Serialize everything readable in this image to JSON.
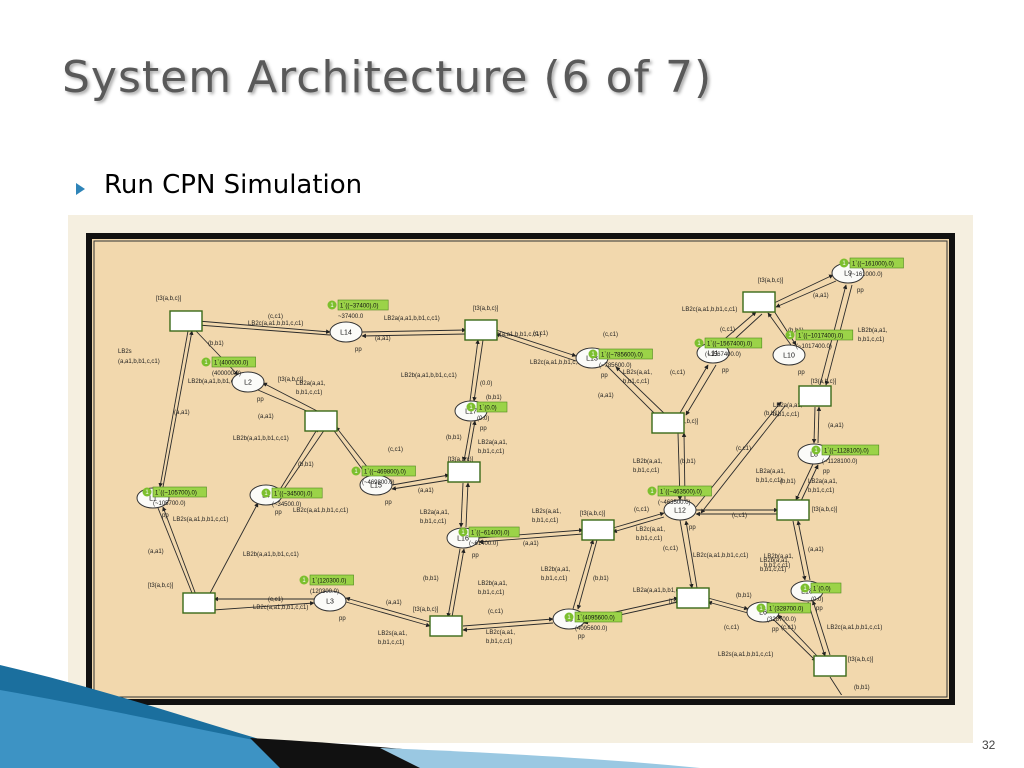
{
  "slide": {
    "title": "System Architecture (6 of 7)",
    "bullet": "Run CPN Simulation",
    "page_number": "32"
  },
  "colors": {
    "title_gray": "#595959",
    "bullet_blue": "#2e84b8",
    "canvas_beige": "#f2d8ad",
    "token_green": "#9bd348",
    "frame_black": "#111111"
  },
  "net": {
    "places": [
      {
        "id": "L14",
        "label": "L14",
        "pp": "pp"
      },
      {
        "id": "L2",
        "label": "L2",
        "pp": "pp"
      },
      {
        "id": "L1",
        "label": "L1",
        "pp": "pp"
      },
      {
        "id": "L4",
        "label": "L4",
        "pp": "pp"
      },
      {
        "id": "L3",
        "label": "L3",
        "pp": "pp"
      },
      {
        "id": "L15",
        "label": "L15",
        "pp": "pp"
      },
      {
        "id": "L17",
        "label": "L17",
        "pp": "pp"
      },
      {
        "id": "L16",
        "label": "L16",
        "pp": "pp"
      },
      {
        "id": "L13",
        "label": "L13",
        "pp": "pp"
      },
      {
        "id": "L12",
        "label": "L12",
        "pp": "pp"
      },
      {
        "id": "L5",
        "label": "L5",
        "pp": "pp"
      },
      {
        "id": "L11",
        "label": "L11",
        "pp": "pp"
      },
      {
        "id": "L10",
        "label": "L10",
        "pp": "pp"
      },
      {
        "id": "L9",
        "label": "L9",
        "pp": "pp"
      },
      {
        "id": "L8",
        "label": "L8",
        "pp": "pp"
      },
      {
        "id": "L18",
        "label": "L18",
        "pp": "pp"
      },
      {
        "id": "L6",
        "label": "L6",
        "pp": "pp"
      }
    ],
    "tokens": [
      {
        "place": "L14",
        "count": "1",
        "marking": "1`((~37400).0)",
        "init": "~37400.0"
      },
      {
        "place": "L2",
        "count": "1",
        "marking": "1`(400000.0)",
        "init": "(400000.0)"
      },
      {
        "place": "L1",
        "count": "1",
        "marking": "1`((~105700).0)",
        "init": "(~105700.0)"
      },
      {
        "place": "L4",
        "count": "1",
        "marking": "1`((~34500).0)",
        "init": "(~34500.0)"
      },
      {
        "place": "L3",
        "count": "1",
        "marking": "1`(120300.0)",
        "init": "(120300.0)"
      },
      {
        "place": "L15",
        "count": "1",
        "marking": "1`((~469800).0)",
        "init": "(~469800.0)"
      },
      {
        "place": "L17",
        "count": "1",
        "marking": "1`(0.0)",
        "init": "(0.0)"
      },
      {
        "place": "L16",
        "count": "1",
        "marking": "1`((~61400).0)",
        "init": "(~61400.0)"
      },
      {
        "place": "L13",
        "count": "1",
        "marking": "1`((~785600).0)",
        "init": "(~785600.0)"
      },
      {
        "place": "L12",
        "count": "1",
        "marking": "1`((~463500).0)",
        "init": "(~463500.0)"
      },
      {
        "place": "L5",
        "count": "1",
        "marking": "1`(4095600.0)",
        "init": "(4095600.0)"
      },
      {
        "place": "L11",
        "count": "1",
        "marking": "1`((~1567400).0)",
        "init": "(~1567400.0)"
      },
      {
        "place": "L10",
        "count": "1",
        "marking": "1`((~1017400).0)",
        "init": "(~1017400.0)"
      },
      {
        "place": "L9",
        "count": "1",
        "marking": "1`((~161000).0)",
        "init": "(~161000.0)"
      },
      {
        "place": "L8",
        "count": "1",
        "marking": "1`((~1128100).0)",
        "init": "(~1128100.0)"
      },
      {
        "place": "L18",
        "count": "1",
        "marking": "1`(0.0)",
        "init": "(0.0)"
      },
      {
        "place": "L6",
        "count": "1",
        "marking": "1`(328700.0)",
        "init": "(328700.0)"
      }
    ],
    "transition_label": "[t3(a,b,c)]",
    "arc_labels": {
      "c_c1": "(c,c1)",
      "b_b1": "(b,b1)",
      "a_a1": "(a,a1)",
      "lb2s_full": "LB2s(a,a1,b,b1,c,c1)",
      "lb2c_full": "LB2c(a,a1,b,b1,c,c1)",
      "lb2b_full": "LB2b(a,a1,b,b1,c,c1)",
      "lb2a_full": "LB2a(a,a1,b,b1,c,c1)",
      "lb2a_split1": "LB2a(a,a1,",
      "lb2a_split2": "b,b1,c,c1)",
      "lb2b_split1": "LB2b(a,a1,",
      "lb2b_split2": "b,b1,c,c1)",
      "lb2c_split1": "LB2c(a,a1,",
      "lb2c_split2": "b,b1,c,c1)",
      "lb2s_split1": "LB2s(a,a1,",
      "lb2s_split2": "b,b1,c,c1)"
    }
  }
}
